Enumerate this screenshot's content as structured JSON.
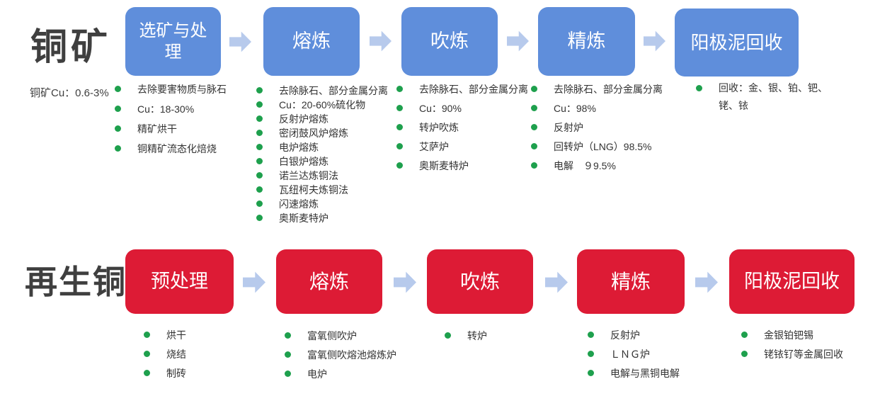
{
  "colors": {
    "box_blue": "#5f8edb",
    "box_red": "#dd1b35",
    "arrow": "#b7caec",
    "bullet": "#1ea04d",
    "heading": "#3f3f3f",
    "text": "#333333",
    "box_text": "#ffffff"
  },
  "rows": [
    {
      "title": "铜矿",
      "subtitle": "铜矿Cu：0.6-3%",
      "stages": [
        {
          "label": "选矿与处理",
          "items": [
            "去除要害物质与脉石",
            "Cu：18-30%",
            "精矿烘干",
            "铜精矿流态化焙烧"
          ]
        },
        {
          "label": "熔炼",
          "items": [
            "去除脉石、部分金属分离",
            "Cu：20-60%硫化物",
            "反射炉熔炼",
            "密闭鼓风炉熔炼",
            "电炉熔炼",
            "白银炉熔炼",
            "诺兰达炼铜法",
            "瓦纽柯夫炼铜法",
            "闪速熔炼",
            "奥斯麦特炉"
          ]
        },
        {
          "label": "吹炼",
          "items": [
            "去除脉石、部分金属分离",
            "Cu：90%",
            "转炉吹炼",
            "艾萨炉",
            "奥斯麦特炉"
          ]
        },
        {
          "label": "精炼",
          "items": [
            "去除脉石、部分金属分离",
            "Cu：98%",
            "反射炉",
            "回转炉（LNG）98.5%",
            "电解　９9.5%"
          ]
        },
        {
          "label": "阳极泥回收",
          "items": [
            "回收：金、银、铂、钯、铑、铱"
          ]
        }
      ]
    },
    {
      "title": "再生铜",
      "stages": [
        {
          "label": "预处理",
          "items": [
            "烘干",
            "烧结",
            "制砖"
          ]
        },
        {
          "label": "熔炼",
          "items": [
            "富氧侧吹炉",
            "富氧侧吹熔池熔炼炉",
            "电炉"
          ]
        },
        {
          "label": "吹炼",
          "items": [
            "转炉"
          ]
        },
        {
          "label": "精炼",
          "items": [
            "反射炉",
            "ＬＮＧ炉",
            "电解与黑铜电解"
          ]
        },
        {
          "label": "阳极泥回收",
          "items": [
            "金银铂钯锡",
            "铑铱钌等金属回收"
          ]
        }
      ]
    }
  ]
}
